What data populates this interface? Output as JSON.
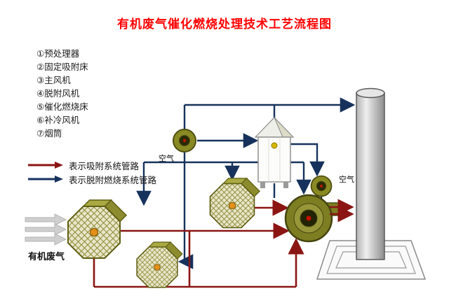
{
  "title": "有机废气催化燃烧处理技术工艺流程图",
  "equipment_legend": {
    "items": [
      "①预处理器",
      "②固定吸附床",
      "③主风机",
      "④脱附风机",
      "⑤催化燃烧床",
      "⑥补冷风机",
      "⑦烟筒"
    ]
  },
  "pipe_legend": {
    "adsorption": {
      "label": "表示吸附系统管路",
      "color": "#8b1513"
    },
    "desorption": {
      "label": "表示脱附燃烧系统管路",
      "color": "#16325c"
    }
  },
  "diagram_labels": {
    "inlet_gas": "有机废气",
    "air_top": "空气",
    "air_right": "空气"
  },
  "colors": {
    "title": "#ff0000",
    "pipe_adsorption": "#8b1513",
    "pipe_desorption": "#16325c",
    "equipment_olive": "#7d7d22",
    "drum_face": "#eae6cb",
    "drum_dot_orange": "#e2901a",
    "inlet_arrow_gray": "#cfcfcf",
    "chimney_gray": "#b9b9b9",
    "background": "#ffffff"
  }
}
